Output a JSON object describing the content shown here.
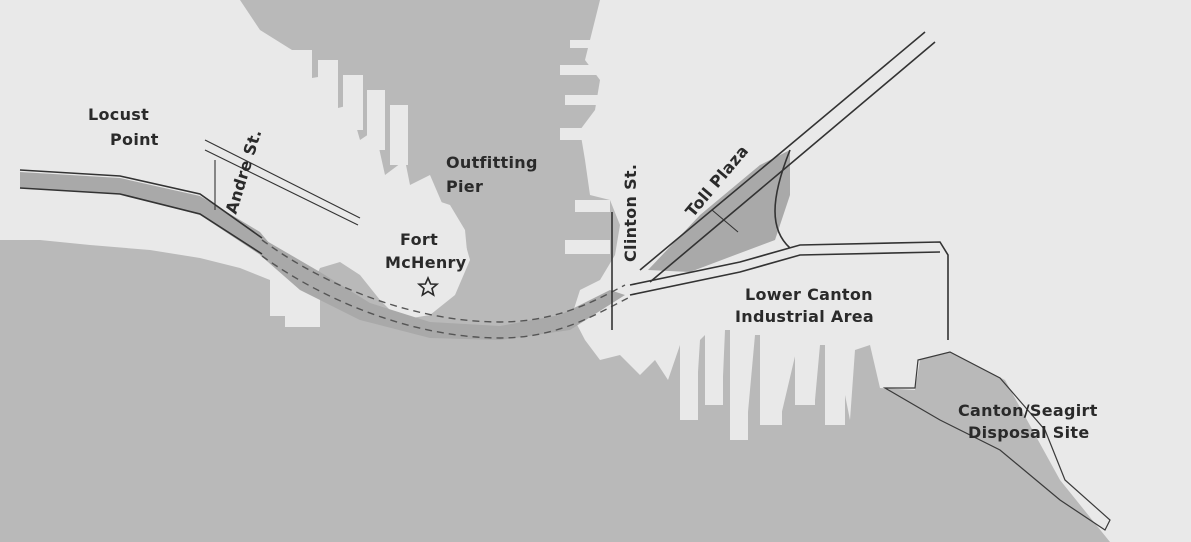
{
  "labels": {
    "locust_point_line1": "Locust",
    "locust_point_line2": "Point",
    "andre_st": "Andre St.",
    "outfitting_pier_line1": "Outfitting",
    "outfitting_pier_line2": "Pier",
    "fort_mchenry_line1": "Fort",
    "fort_mchenry_line2": "McHenry",
    "clinton_st": "Clinton St.",
    "toll_plaza": "Toll Plaza",
    "lower_canton_line1": "Lower Canton",
    "lower_canton_line2": "Industrial Area",
    "disposal_line1": "Canton/Seagirt",
    "disposal_line2": "Disposal Site"
  },
  "colors": {
    "water": "#b9b9b9",
    "land": "#e9e9e9",
    "tunnel_fill": "#a9a9a9",
    "ink": "#2a2a2a"
  },
  "icons": {
    "fort_symbol": "star-icon"
  }
}
